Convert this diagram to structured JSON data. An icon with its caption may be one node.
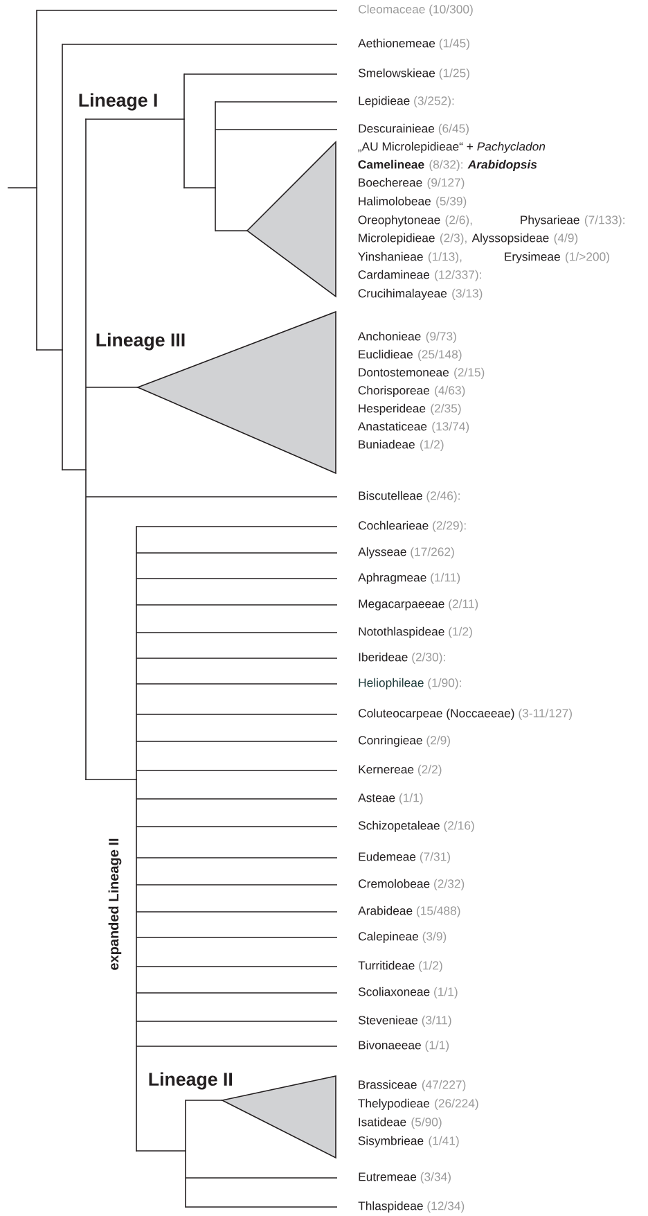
{
  "diagram": {
    "nodes": [
      {
        "text": [
          "Cleomaceae",
          "(10/300)"
        ]
      },
      {
        "text": [
          "Aethionemeae",
          "(1/45)"
        ]
      },
      {
        "text": [
          "Smelowskieae",
          "(1/25)"
        ]
      },
      {
        "text": [
          "Lepidieae",
          "(3/252):"
        ]
      },
      {
        "text": [
          "Descurainieae",
          "(6/45)"
        ]
      },
      {
        "text": [],
        "shape": "triangle",
        "beside": [
          "„AU Microlepidieae“ + *Pachycladon*",
          "Camelineae",
          "(8/32):",
          "Arabidopsis",
          "Boechereae",
          "(9/127)",
          "Halimolobeae",
          "(5/39)",
          "Oreophytoneae",
          "(2/6),",
          "Physarieae",
          "(7/133):",
          "Microlepidieae",
          "(2/3),",
          "Alyssopsideae",
          "(4/9)",
          "Yinshanieae",
          "(1/13),",
          "Erysimeae",
          "(1/>200)",
          "Cardamineae",
          "(12/337):",
          "Crucihimalayeae",
          "(3/13)"
        ]
      },
      {
        "text": [],
        "shape": "triangle",
        "beside": [
          "Anchonieae",
          "(9/73)",
          "Euclidieae",
          "(25/148)",
          "Dontostemoneae",
          "(2/15)",
          "Chorisporeae",
          "(4/63)",
          "Hesperideae",
          "(2/35)",
          "Anastaticeae",
          "(13/74)",
          "Buniadeae",
          "(1/2)"
        ]
      },
      {
        "text": [
          "Biscutelleae",
          "(2/46):"
        ]
      },
      {
        "text": [
          "Cochlearieae",
          "(2/29):"
        ]
      },
      {
        "text": [
          "Alysseae",
          "(17/262)"
        ]
      },
      {
        "text": [
          "Aphragmeae",
          "(1/11)"
        ]
      },
      {
        "text": [
          "Megacarpaeeae",
          "(2/11)"
        ]
      },
      {
        "text": [
          "Notothlaspideae",
          "(1/2)"
        ]
      },
      {
        "text": [
          "Iberideae",
          "(2/30):"
        ]
      },
      {
        "text": [
          "Heliophileae",
          "(1/90):"
        ]
      },
      {
        "text": [
          "Coluteocarpeae (Noccaeeae)",
          "(3-11/127)"
        ]
      },
      {
        "text": [
          "Conringieae",
          "(2/9)"
        ]
      },
      {
        "text": [
          "Kernereae",
          "(2/2)"
        ]
      },
      {
        "text": [
          "Asteae",
          "(1/1)"
        ]
      },
      {
        "text": [
          "Schizopetaleae",
          "(2/16)"
        ]
      },
      {
        "text": [
          "Eudemeae",
          "(7/31)"
        ]
      },
      {
        "text": [
          "Cremolobeae",
          "(2/32)"
        ]
      },
      {
        "text": [
          "Arabideae",
          "(15/488)"
        ]
      },
      {
        "text": [
          "Calepineae",
          "(3/9)"
        ]
      },
      {
        "text": [
          "Turritideae",
          "(1/2)"
        ]
      },
      {
        "text": [
          "Scoliaxoneae",
          "(1/1)"
        ]
      },
      {
        "text": [
          "Stevenieae",
          "(3/11)"
        ]
      },
      {
        "text": [
          "Bivonaeeae",
          "(1/1)"
        ]
      },
      {
        "text": [],
        "shape": "triangle",
        "beside": [
          "Brassiceae",
          "(47/227)",
          "Thelypodieae",
          "(26/224)",
          "Isatideae",
          "(5/90)",
          "Sisymbrieae",
          "(1/41)"
        ]
      },
      {
        "text": [
          "Eutremeae",
          "(3/34)"
        ]
      },
      {
        "text": [
          "Thlaspideae",
          "(12/34)"
        ]
      }
    ],
    "edges": [
      {
        "from": null,
        "to": 0,
        "arrow": "none"
      },
      {
        "from": null,
        "to": 1,
        "arrow": "none"
      },
      {
        "from": null,
        "to": 2,
        "arrow": "none"
      },
      {
        "from": null,
        "to": 3,
        "arrow": "none"
      },
      {
        "from": null,
        "to": 4,
        "arrow": "none"
      },
      {
        "from": null,
        "to": 5,
        "arrow": "none"
      },
      {
        "from": null,
        "to": 6,
        "arrow": "none"
      },
      {
        "from": null,
        "to": 7,
        "arrow": "none"
      },
      {
        "from": null,
        "to": 8,
        "arrow": "none"
      },
      {
        "from": null,
        "to": 9,
        "arrow": "none"
      },
      {
        "from": null,
        "to": 10,
        "arrow": "none"
      },
      {
        "from": null,
        "to": 11,
        "arrow": "none"
      },
      {
        "from": null,
        "to": 12,
        "arrow": "none"
      },
      {
        "from": null,
        "to": 13,
        "arrow": "none"
      },
      {
        "from": null,
        "to": 14,
        "arrow": "none"
      },
      {
        "from": null,
        "to": 15,
        "arrow": "none"
      },
      {
        "from": null,
        "to": 16,
        "arrow": "none"
      },
      {
        "from": null,
        "to": 17,
        "arrow": "none"
      },
      {
        "from": null,
        "to": 18,
        "arrow": "none"
      },
      {
        "from": null,
        "to": 19,
        "arrow": "none"
      },
      {
        "from": null,
        "to": 20,
        "arrow": "none"
      },
      {
        "from": null,
        "to": 21,
        "arrow": "none"
      },
      {
        "from": null,
        "to": 22,
        "arrow": "none"
      },
      {
        "from": null,
        "to": 23,
        "arrow": "none"
      },
      {
        "from": null,
        "to": 24,
        "arrow": "none"
      },
      {
        "from": null,
        "to": 25,
        "arrow": "none"
      },
      {
        "from": null,
        "to": 26,
        "arrow": "none"
      },
      {
        "from": null,
        "to": 27,
        "arrow": "none"
      },
      {
        "from": null,
        "to": 28,
        "arrow": "none"
      },
      {
        "from": null,
        "to": 29,
        "arrow": "none"
      },
      {
        "from": null,
        "to": 30,
        "arrow": "none"
      }
    ],
    "labels": [
      "Lineage I",
      "Lineage III",
      "expanded Lineage II",
      "Lineage II"
    ]
  }
}
